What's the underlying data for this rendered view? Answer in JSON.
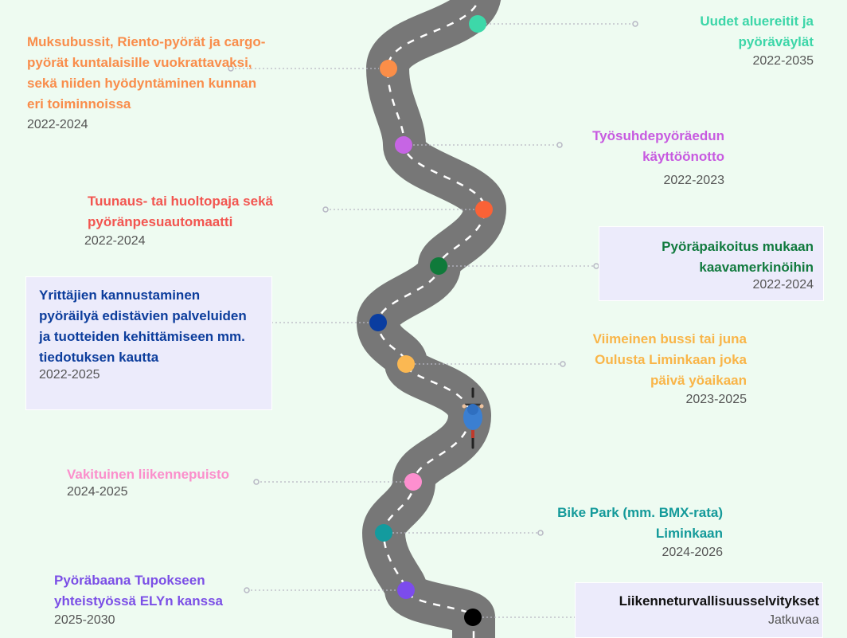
{
  "colors": {
    "background": "#eefbf1",
    "road": "#777777",
    "road_dash": "#ffffff",
    "highlight_box": "#ecebfb",
    "year_text": "#555555"
  },
  "milestones": [
    {
      "key": "alueriitit",
      "title": "Uudet aluereitit ja pyöräväylät",
      "years": "2022-2035",
      "color": "#3cd6a8",
      "dot": "#3dd8a9"
    },
    {
      "key": "muksubussit",
      "title": "Muksubussit, Riento-pyörät ja cargo-pyörät kuntalaisille vuokrattavaksi, sekä niiden hyödyntäminen kunnan eri toiminnoissa",
      "years": "2022-2024",
      "color": "#f98d4b",
      "dot": "#fb8e48"
    },
    {
      "key": "tyosuhde",
      "title": "Työsuhdepyöräedun käyttöönotto",
      "years": "2022-2023",
      "color": "#c75ae0",
      "dot": "#c665e4"
    },
    {
      "key": "tuunaus",
      "title": "Tuunaus- tai huoltopaja sekä pyöränpesuautomaatti",
      "years": "2022-2024",
      "color": "#f25550",
      "dot": "#fa6236"
    },
    {
      "key": "pyorapaikoitus",
      "title": "Pyöräpaikoitus mukaan kaavamerkinöihin",
      "years": "2022-2024",
      "color": "#117a3e",
      "dot": "#0f7a3a"
    },
    {
      "key": "yrittajien",
      "title": "Yrittäjien kannustaminen pyöräilyä edistävien palveluiden ja tuotteiden kehittämiseen mm. tiedotuksen kautta",
      "years": "2022-2025",
      "color": "#0c3d9c",
      "dot": "#0a3da0"
    },
    {
      "key": "viimeinen",
      "title": "Viimeinen bussi tai juna Oulusta Liminkaan joka päivä yöaikaan",
      "years": "2023-2025",
      "color": "#f9b548",
      "dot": "#fbb852"
    },
    {
      "key": "liikennepuisto",
      "title": "Vakituinen liikennepuisto",
      "years": "2024-2025",
      "color": "#fb8fcc",
      "dot": "#fd8fcf"
    },
    {
      "key": "bikepark",
      "title": "Bike Park (mm. BMX-rata) Liminkaan",
      "years": "2024-2026",
      "color": "#149a9a",
      "dot": "#139b9e"
    },
    {
      "key": "pyorabaana",
      "title": "Pyöräbaana Tupokseen yhteistyössä ELYn kanssa",
      "years": "2025-2030",
      "color": "#7b4fe6",
      "dot": "#7c4cec"
    },
    {
      "key": "liikenneturva",
      "title": "Liikenneturvallisuusselvitykset",
      "years": "Jatkuvaa",
      "color": "#111111",
      "dot": "#000000"
    }
  ]
}
